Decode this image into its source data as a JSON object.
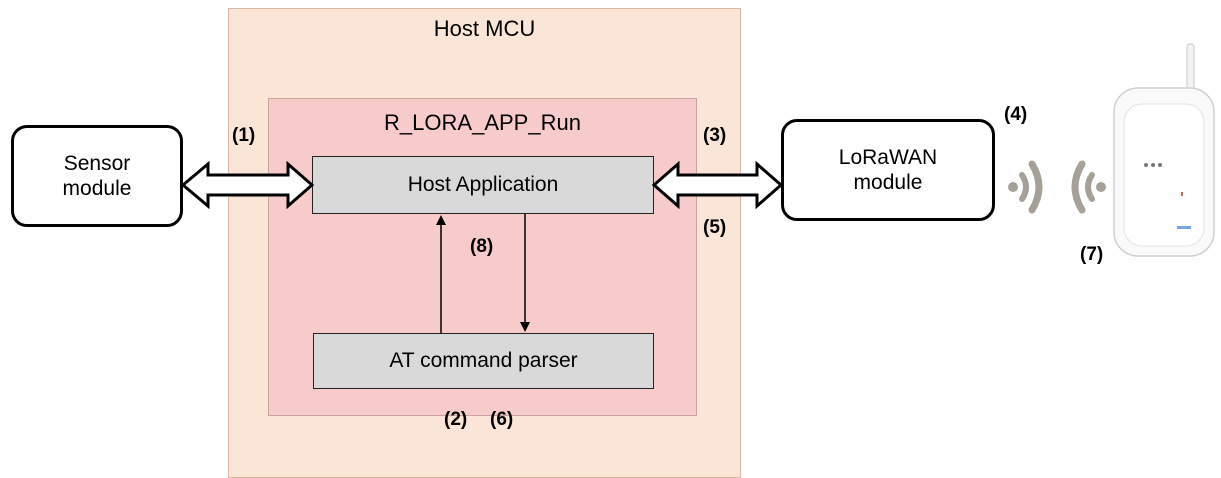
{
  "host_mcu": {
    "title": "Host MCU"
  },
  "run_block": {
    "title": "R_LORA_APP_Run"
  },
  "host_application": {
    "label": "Host Application"
  },
  "at_parser": {
    "label": "AT command parser"
  },
  "sensor_module": {
    "line1": "Sensor",
    "line2": "module"
  },
  "lorawan_module": {
    "line1": "LoRaWAN",
    "line2": "module"
  },
  "steps": {
    "s1": "(1)",
    "s2": "(2)",
    "s3": "(3)",
    "s4": "(4)",
    "s5": "(5)",
    "s6": "(6)",
    "s7": "(7)",
    "s8": "(8)"
  },
  "colors": {
    "host_mcu_fill": "#fbe5d6",
    "run_block_fill": "#f8cbcb",
    "process_box_fill": "#d9d9d9",
    "radio_wave": "#a6a096"
  },
  "icons": {
    "gateway": "gateway-device-icon",
    "waves": "radio-wave-icon"
  }
}
